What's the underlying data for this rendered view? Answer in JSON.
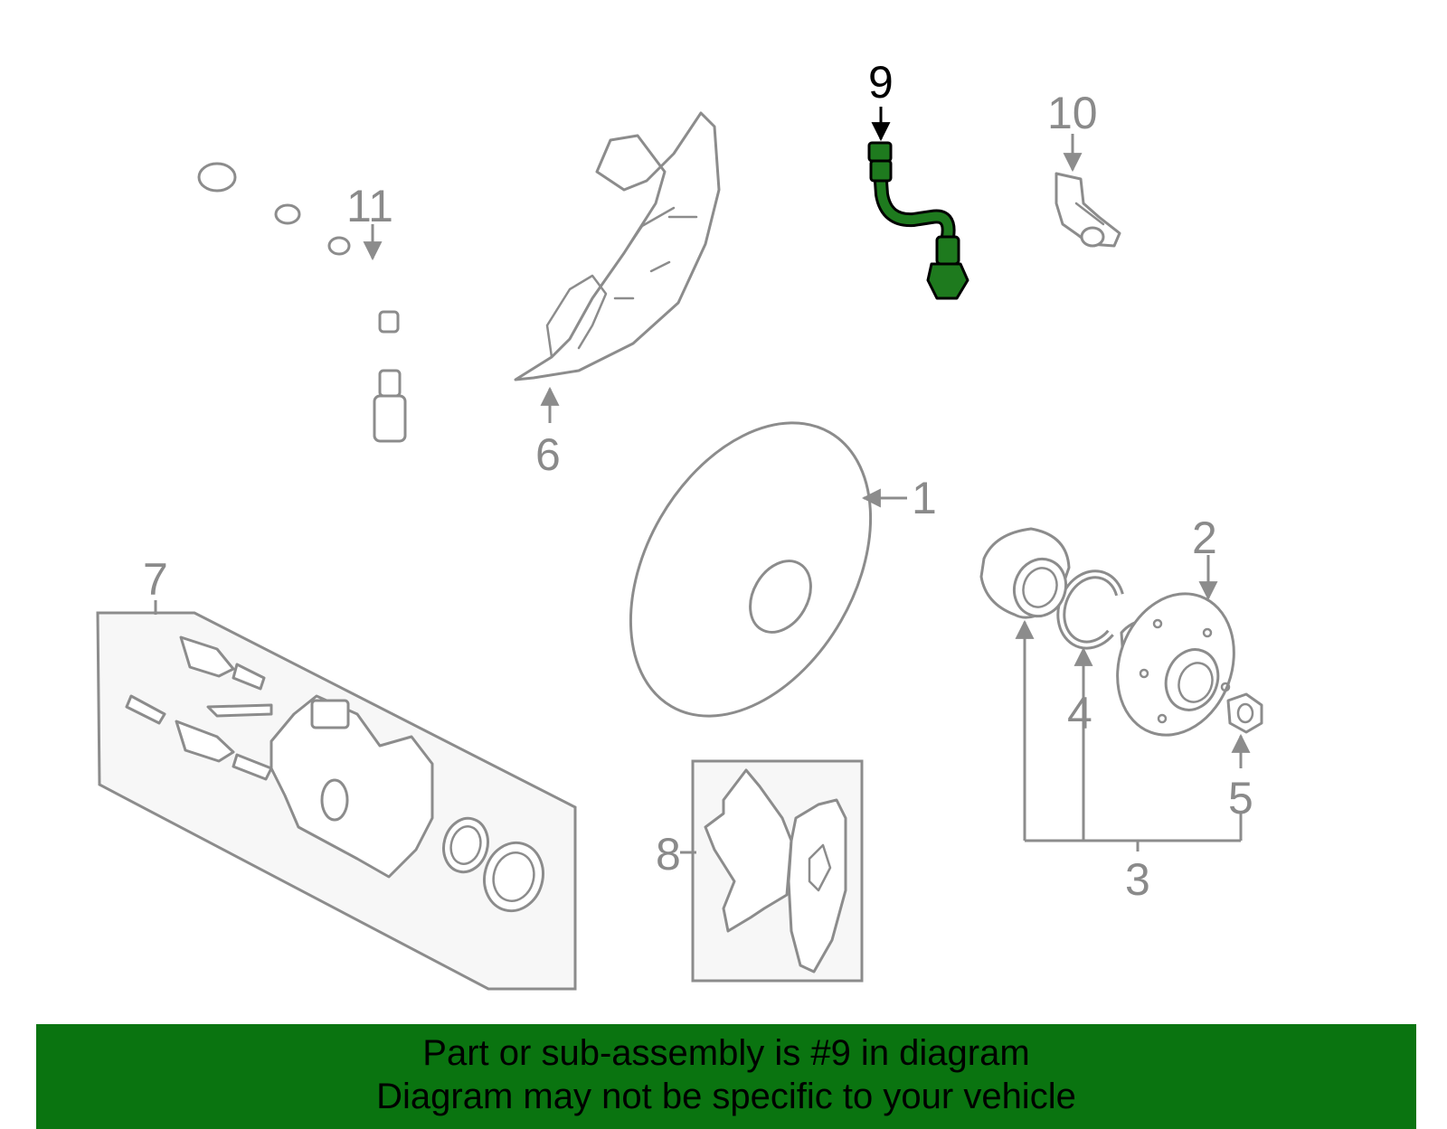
{
  "diagram": {
    "highlighted_part": "9",
    "highlight_color": "#1e7a1e",
    "callouts": [
      {
        "id": "c1",
        "label": "1"
      },
      {
        "id": "c2",
        "label": "2"
      },
      {
        "id": "c3",
        "label": "3"
      },
      {
        "id": "c4",
        "label": "4"
      },
      {
        "id": "c5",
        "label": "5"
      },
      {
        "id": "c6",
        "label": "6"
      },
      {
        "id": "c7",
        "label": "7"
      },
      {
        "id": "c8",
        "label": "8"
      },
      {
        "id": "c9",
        "label": "9"
      },
      {
        "id": "c10",
        "label": "10"
      },
      {
        "id": "c11",
        "label": "11"
      }
    ]
  },
  "banner": {
    "line1": "Part or sub-assembly is #9 in diagram",
    "line2": "Diagram may not be specific to your vehicle",
    "background": "#0a7410"
  }
}
